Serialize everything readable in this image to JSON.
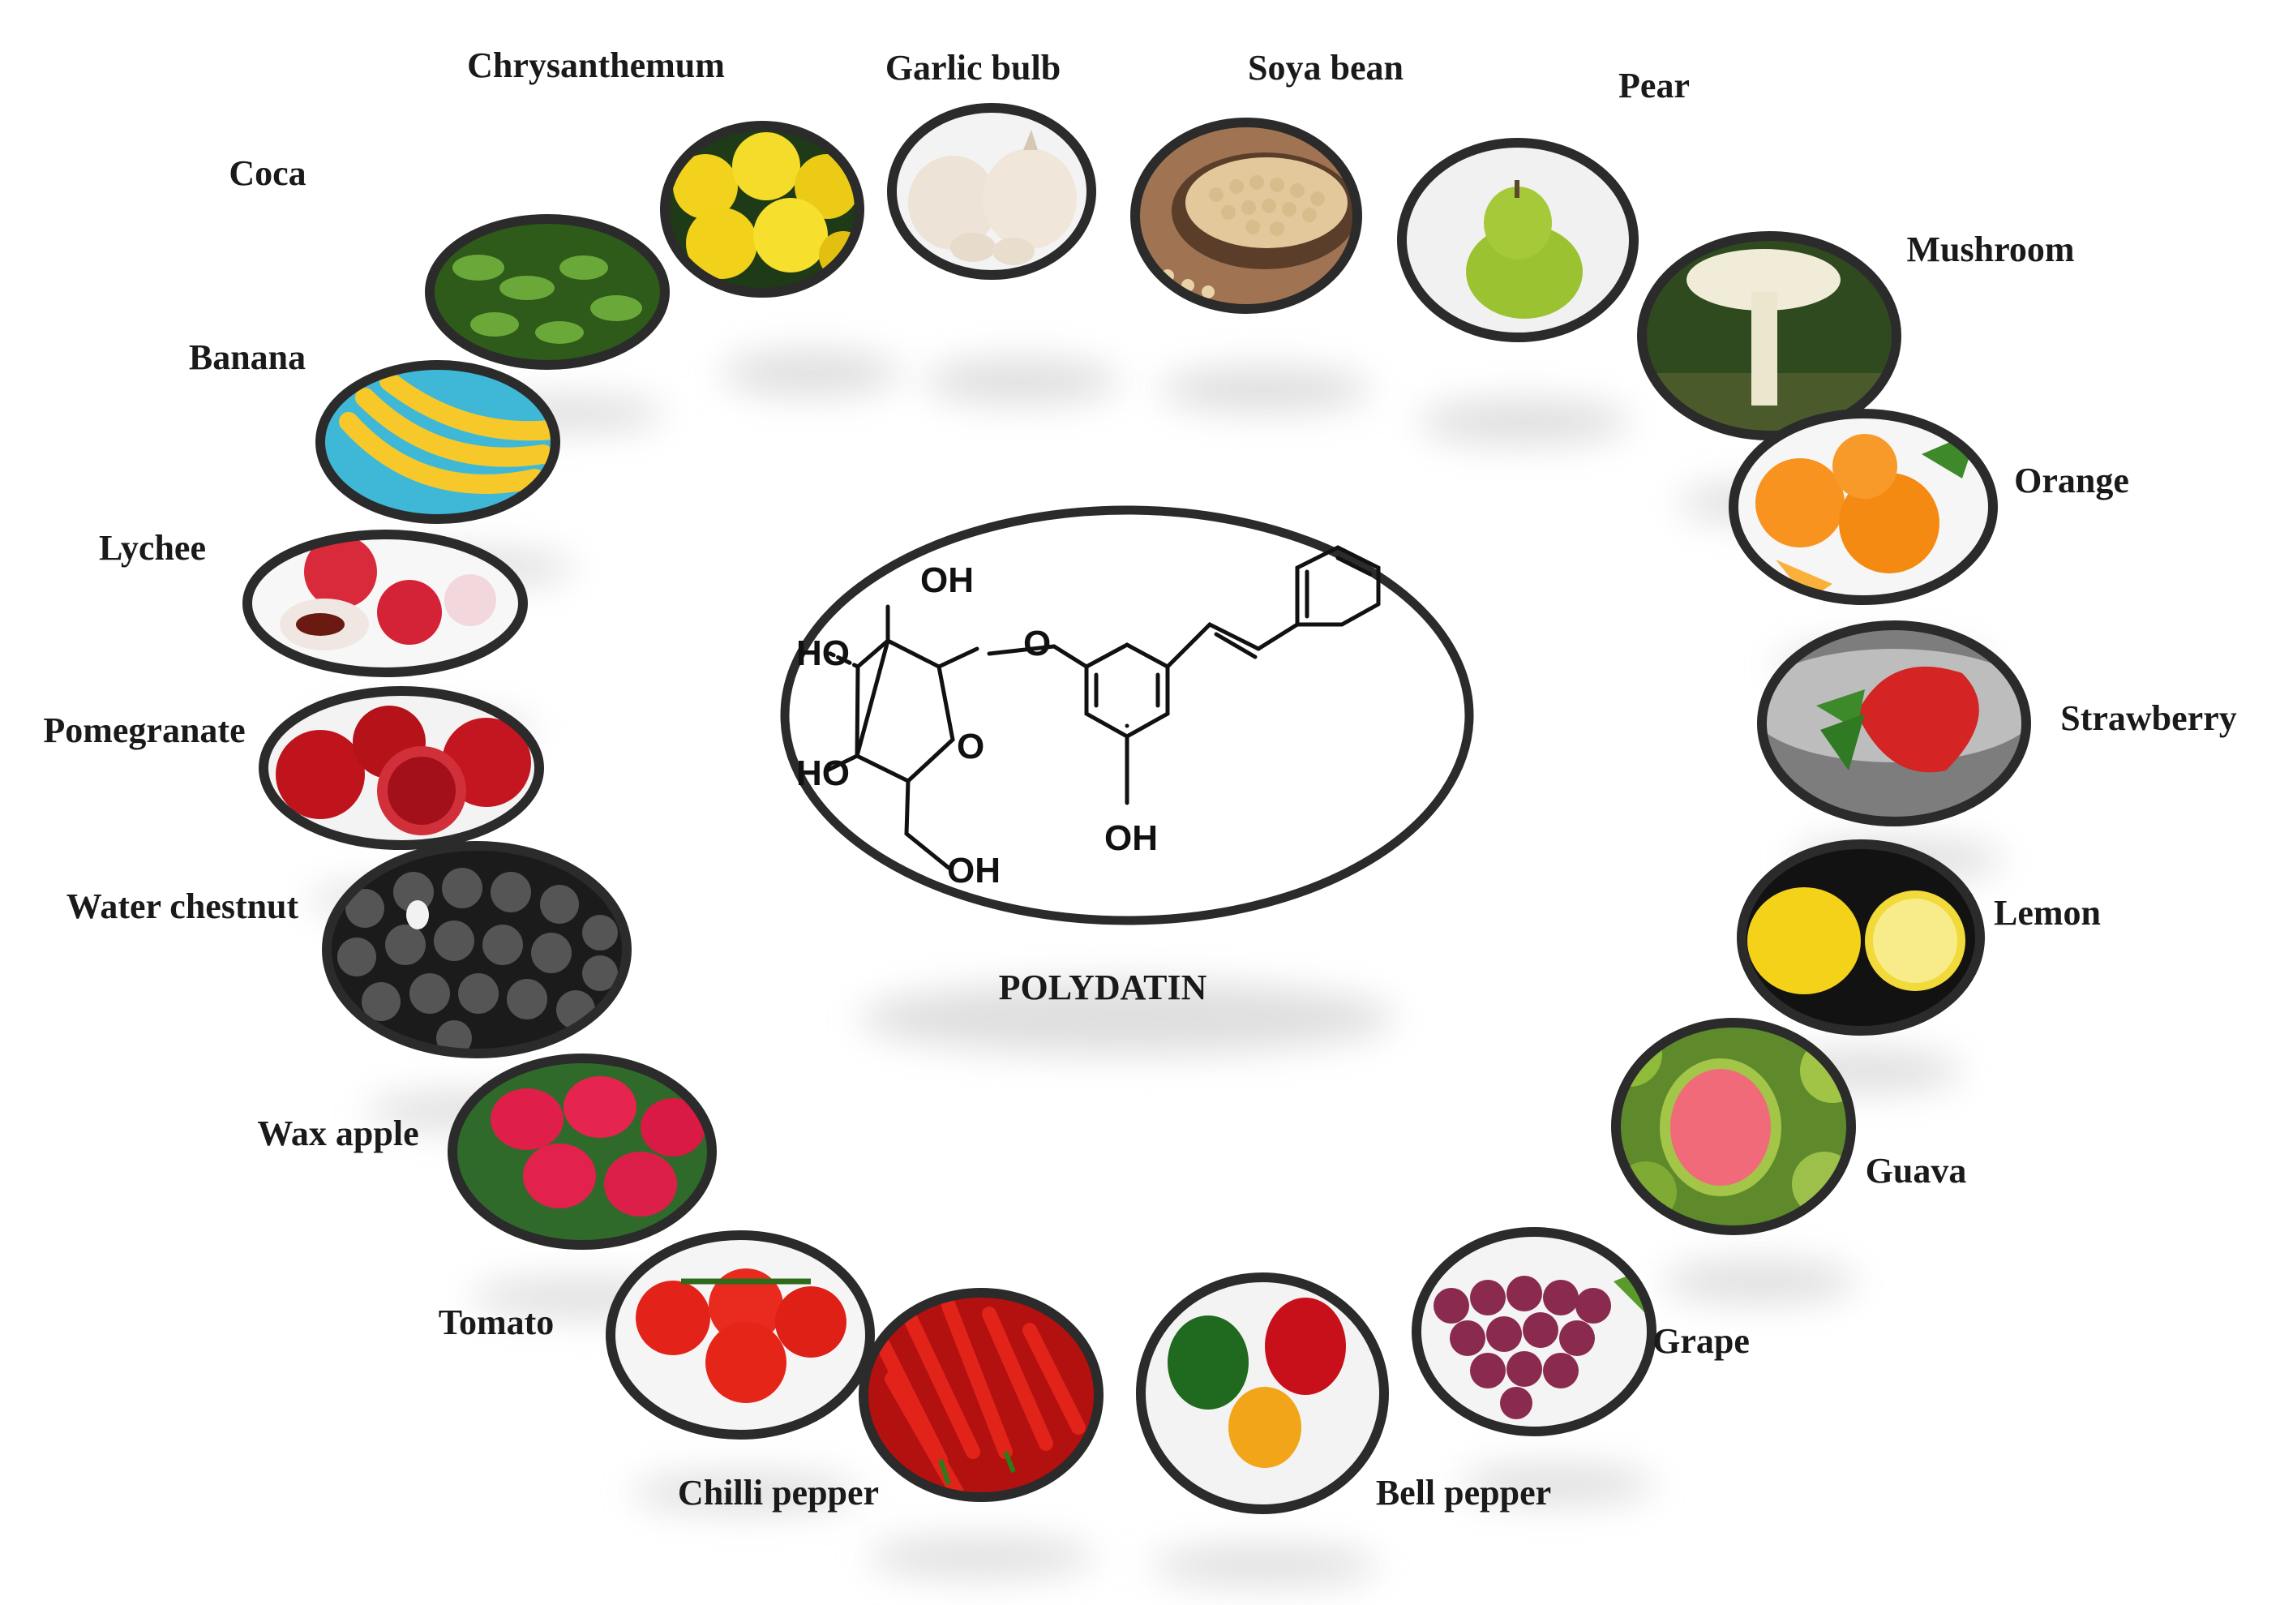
{
  "title": "POLYDATIN",
  "molecule_labels": {
    "oh_top": "OH",
    "oh_left_upper": "HO",
    "oh_left_lower": "HO",
    "oh_bottom": "OH",
    "oh_phenol": "OH",
    "ring_oxygen": "O",
    "ether_oxygen": "O"
  },
  "sources": [
    {
      "label": "Chrysanthemum",
      "icon": "chrysanthemum-photo"
    },
    {
      "label": "Garlic bulb",
      "icon": "garlic-photo"
    },
    {
      "label": "Soya bean",
      "icon": "soya-bean-photo"
    },
    {
      "label": "Pear",
      "icon": "pear-photo"
    },
    {
      "label": "Mushroom",
      "icon": "mushroom-photo"
    },
    {
      "label": "Orange",
      "icon": "orange-photo"
    },
    {
      "label": "Strawberry",
      "icon": "strawberry-photo"
    },
    {
      "label": "Lemon",
      "icon": "lemon-photo"
    },
    {
      "label": "Guava",
      "icon": "guava-photo"
    },
    {
      "label": "Grape",
      "icon": "grape-photo"
    },
    {
      "label": "Bell pepper",
      "icon": "bell-pepper-photo"
    },
    {
      "label": "Chilli pepper",
      "icon": "chilli-pepper-photo"
    },
    {
      "label": "Tomato",
      "icon": "tomato-photo"
    },
    {
      "label": "Wax apple",
      "icon": "wax-apple-photo"
    },
    {
      "label": "Water chestnut",
      "icon": "water-chestnut-photo"
    },
    {
      "label": "Pomegranate",
      "icon": "pomegranate-photo"
    },
    {
      "label": "Lychee",
      "icon": "lychee-photo"
    },
    {
      "label": "Banana",
      "icon": "banana-photo"
    },
    {
      "label": "Coca",
      "icon": "coca-photo"
    }
  ],
  "colors": {
    "ring_border": "#2b2b2b",
    "label_text": "#1a1a1a",
    "shadow": "#d6d6d6"
  }
}
